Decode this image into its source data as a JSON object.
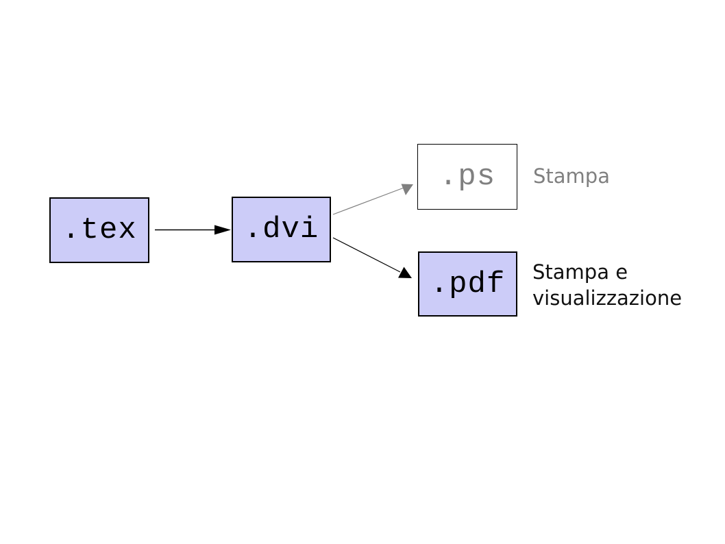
{
  "diagram": {
    "nodes": {
      "tex": {
        "label": ".tex",
        "fill": "#ccccf8",
        "border": "#000000",
        "text_color": "#000000"
      },
      "dvi": {
        "label": ".dvi",
        "fill": "#ccccf8",
        "border": "#000000",
        "text_color": "#000000"
      },
      "ps": {
        "label": ".ps",
        "fill": "#ffffff",
        "border": "#000000",
        "text_color": "#808080"
      },
      "pdf": {
        "label": ".pdf",
        "fill": "#ccccf8",
        "border": "#000000",
        "text_color": "#000000"
      }
    },
    "annotations": {
      "ps": {
        "text": "Stampa",
        "color": "#808080"
      },
      "pdf": {
        "line1": "Stampa e",
        "line2": "visualizzazione",
        "color": "#111111"
      }
    },
    "edges": [
      {
        "from": ".tex",
        "to": ".dvi",
        "color": "#000000",
        "style": "solid-arrow"
      },
      {
        "from": ".dvi",
        "to": ".ps",
        "color": "#808080",
        "style": "solid-arrow"
      },
      {
        "from": ".dvi",
        "to": ".pdf",
        "color": "#000000",
        "style": "solid-arrow"
      }
    ],
    "background": "#ffffff"
  }
}
